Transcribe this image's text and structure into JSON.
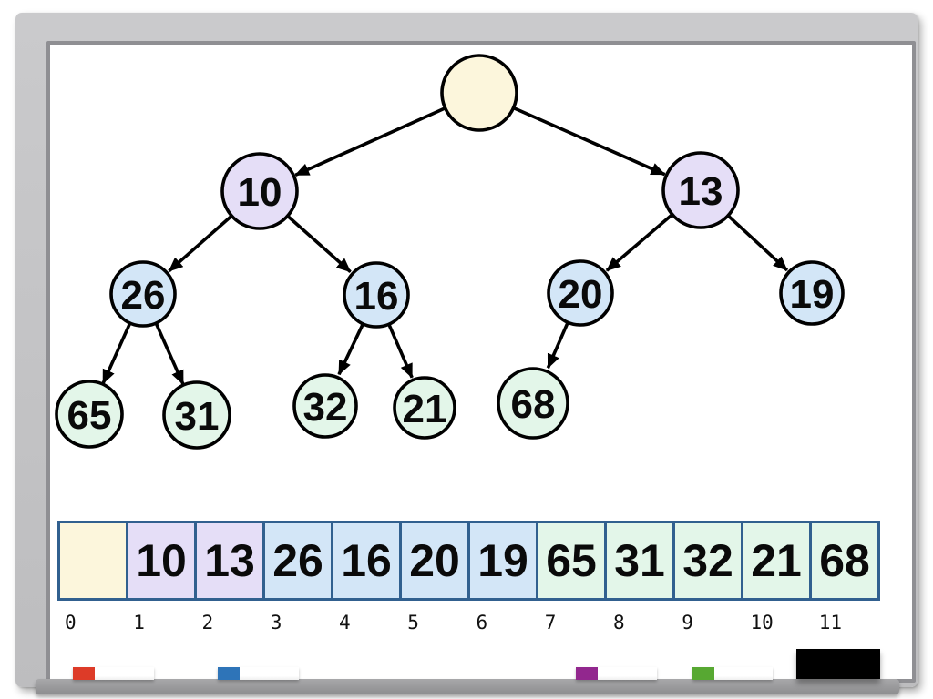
{
  "diagram": {
    "type": "binary-heap-with-array",
    "tree": {
      "nodes": [
        {
          "value": "",
          "level": 0,
          "color": "#fcf6dc"
        },
        {
          "value": "10",
          "level": 1,
          "color": "#e5def7"
        },
        {
          "value": "13",
          "level": 1,
          "color": "#e5def7"
        },
        {
          "value": "26",
          "level": 2,
          "color": "#d3e6f7"
        },
        {
          "value": "16",
          "level": 2,
          "color": "#d3e6f7"
        },
        {
          "value": "20",
          "level": 2,
          "color": "#d3e6f7"
        },
        {
          "value": "19",
          "level": 2,
          "color": "#d3e6f7"
        },
        {
          "value": "65",
          "level": 3,
          "color": "#e3f6e9"
        },
        {
          "value": "31",
          "level": 3,
          "color": "#e3f6e9"
        },
        {
          "value": "32",
          "level": 3,
          "color": "#e3f6e9"
        },
        {
          "value": "21",
          "level": 3,
          "color": "#e3f6e9"
        },
        {
          "value": "68",
          "level": 3,
          "color": "#e3f6e9"
        }
      ],
      "edges": [
        [
          "root",
          "10"
        ],
        [
          "root",
          "13"
        ],
        [
          "10",
          "26"
        ],
        [
          "10",
          "16"
        ],
        [
          "13",
          "20"
        ],
        [
          "13",
          "19"
        ],
        [
          "26",
          "65"
        ],
        [
          "26",
          "31"
        ],
        [
          "16",
          "32"
        ],
        [
          "16",
          "21"
        ],
        [
          "20",
          "68"
        ]
      ]
    },
    "array": {
      "cells": [
        {
          "index": "0",
          "value": "",
          "color": "#fcf6dc"
        },
        {
          "index": "1",
          "value": "10",
          "color": "#e5def7"
        },
        {
          "index": "2",
          "value": "13",
          "color": "#e5def7"
        },
        {
          "index": "3",
          "value": "26",
          "color": "#d3e6f7"
        },
        {
          "index": "4",
          "value": "16",
          "color": "#d3e6f7"
        },
        {
          "index": "5",
          "value": "20",
          "color": "#d3e6f7"
        },
        {
          "index": "6",
          "value": "19",
          "color": "#d3e6f7"
        },
        {
          "index": "7",
          "value": "65",
          "color": "#e3f6e9"
        },
        {
          "index": "8",
          "value": "31",
          "color": "#e3f6e9"
        },
        {
          "index": "9",
          "value": "32",
          "color": "#e3f6e9"
        },
        {
          "index": "10",
          "value": "21",
          "color": "#e3f6e9"
        },
        {
          "index": "11",
          "value": "68",
          "color": "#e3f6e9"
        }
      ],
      "border_color": "#31608f"
    },
    "colors": {
      "node_stroke": "#000000",
      "edge_stroke": "#000000",
      "board_surface": "#ffffff",
      "frame": "#c2c2c4",
      "frame_inner_edge": "#8f8f93",
      "tray": "#98989a"
    }
  },
  "tray": {
    "markers": [
      {
        "name": "red-marker",
        "color": "#dd3b28"
      },
      {
        "name": "blue-marker",
        "color": "#2e74b8"
      },
      {
        "name": "purple-marker",
        "color": "#92278e"
      },
      {
        "name": "green-marker",
        "color": "#57a832"
      }
    ],
    "eraser": {
      "name": "eraser",
      "color": "#000000"
    }
  }
}
